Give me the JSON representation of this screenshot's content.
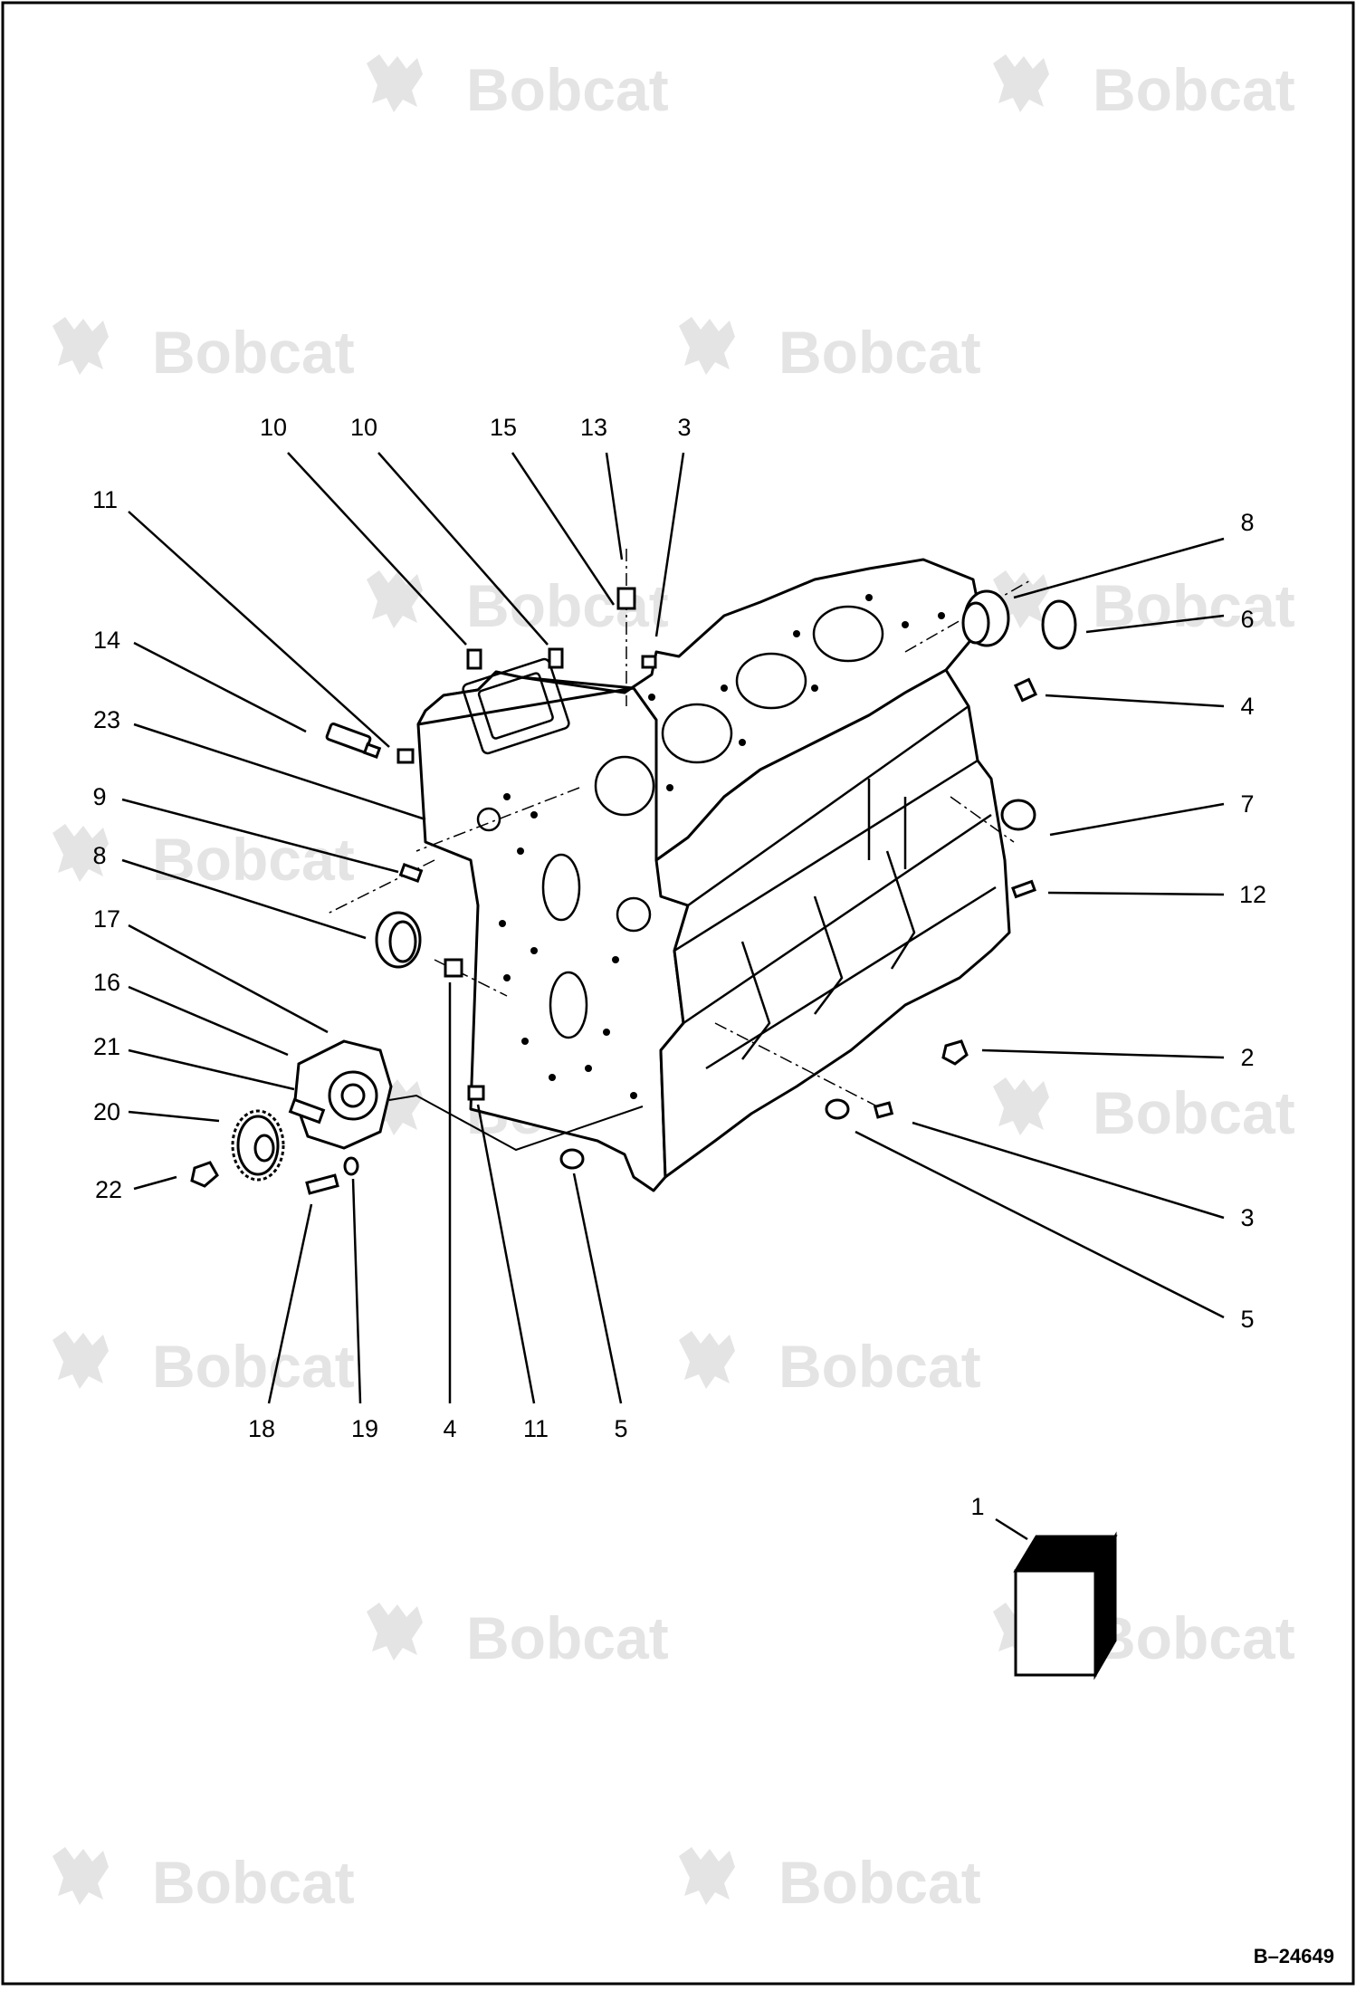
{
  "diagram": {
    "brand_watermark": "Bobcat",
    "reference_code": "B–24649",
    "callouts": [
      {
        "id": "c-10a",
        "label": "10"
      },
      {
        "id": "c-10b",
        "label": "10"
      },
      {
        "id": "c-15",
        "label": "15"
      },
      {
        "id": "c-13",
        "label": "13"
      },
      {
        "id": "c-3top",
        "label": "3"
      },
      {
        "id": "c-11top",
        "label": "11"
      },
      {
        "id": "c-14",
        "label": "14"
      },
      {
        "id": "c-23",
        "label": "23"
      },
      {
        "id": "c-9",
        "label": "9"
      },
      {
        "id": "c-8left",
        "label": "8"
      },
      {
        "id": "c-17",
        "label": "17"
      },
      {
        "id": "c-16",
        "label": "16"
      },
      {
        "id": "c-21",
        "label": "21"
      },
      {
        "id": "c-20",
        "label": "20"
      },
      {
        "id": "c-22",
        "label": "22"
      },
      {
        "id": "c-18",
        "label": "18"
      },
      {
        "id": "c-19",
        "label": "19"
      },
      {
        "id": "c-4bot",
        "label": "4"
      },
      {
        "id": "c-11bot",
        "label": "11"
      },
      {
        "id": "c-5bot",
        "label": "5"
      },
      {
        "id": "c-8right",
        "label": "8"
      },
      {
        "id": "c-6",
        "label": "6"
      },
      {
        "id": "c-4right",
        "label": "4"
      },
      {
        "id": "c-7",
        "label": "7"
      },
      {
        "id": "c-12",
        "label": "12"
      },
      {
        "id": "c-2",
        "label": "2"
      },
      {
        "id": "c-3right",
        "label": "3"
      },
      {
        "id": "c-5right",
        "label": "5"
      },
      {
        "id": "c-1",
        "label": "1"
      }
    ]
  }
}
